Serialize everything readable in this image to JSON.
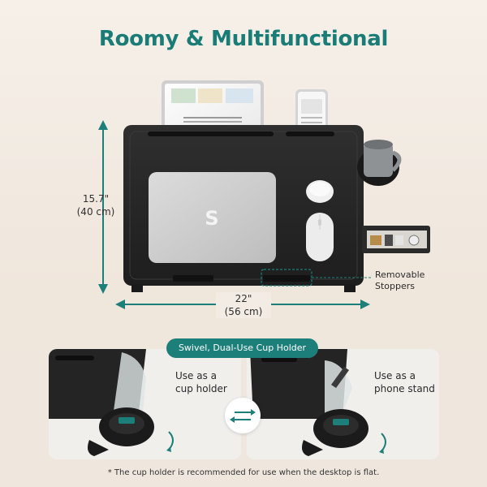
{
  "headline": "Roomy & Multifunctional",
  "dimensions": {
    "height_in": "15.7\"",
    "height_cm": "(40 cm)",
    "width_in": "22\"",
    "width_cm": "(56 cm)"
  },
  "removable_stoppers": {
    "line1": "Removable",
    "line2": "Stoppers"
  },
  "cup_holder_section": {
    "title": "Swivel, Dual-Use Cup Holder",
    "left_caption_line1": "Use as a",
    "left_caption_line2": "cup holder",
    "right_caption_line1": "Use as a",
    "right_caption_line2": "phone stand"
  },
  "footnote": "* The cup holder is recommended for use when the desktop is flat.",
  "colors": {
    "accent_teal": "#1c7f7a",
    "tray_black": "#262626",
    "headline_teal": "#1a7c77"
  },
  "icons": {
    "swap": "swap-arrows-icon",
    "rotate": "rotate-arrow-icon"
  }
}
